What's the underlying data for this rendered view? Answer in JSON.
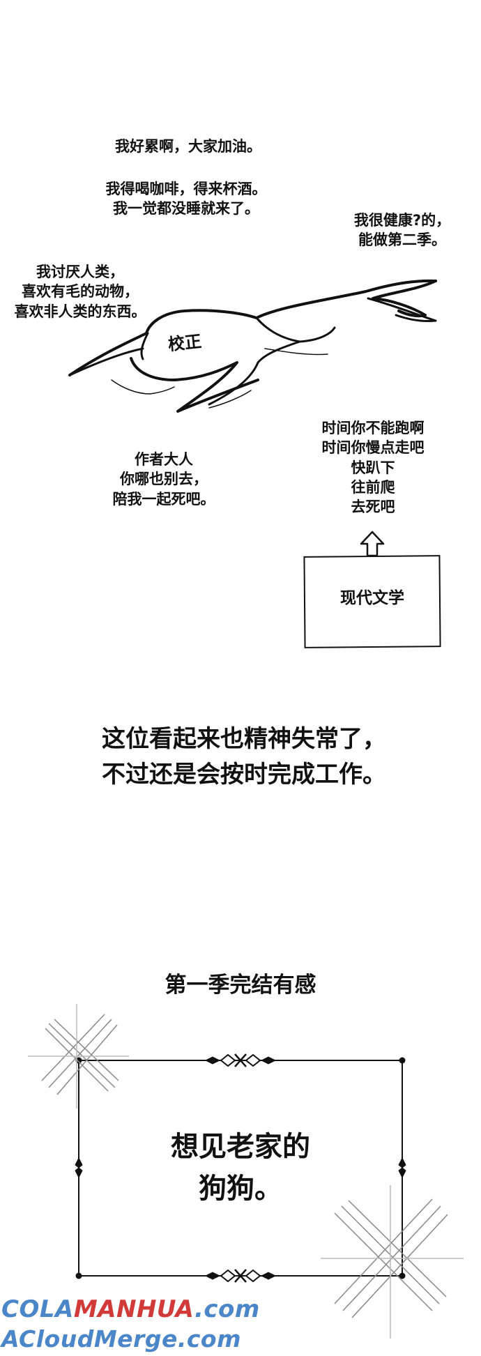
{
  "texts": {
    "tired": "我好累啊，大家加油。",
    "coffee": "我得喝咖啡，得来杯酒。\n我一觉都没睡就来了。",
    "healthy": "我很健康?的，\n能做第二季。",
    "hate": "我讨厌人类，\n喜欢有毛的动物，\n喜欢非人类的东西。",
    "proofreading": "校正",
    "author": "作者大人\n你哪也别去，\n陪我一起死吧。",
    "time": "时间你不能跑啊\n时间你慢点走吧\n快趴下\n往前爬\n去死吧",
    "modern_lit": "现代文学",
    "narration": "这位看起来也精神失常了，\n不过还是会按时完成工作。",
    "section_title": "第一季完结有感",
    "frame_text": "想见老家的\n狗狗。"
  },
  "watermark": {
    "line1_a": "COLA",
    "line1_b": "MANHUA",
    "line1_c": ".com",
    "line2": "ACloudMerge.com",
    "color_blue": "#4a86c8",
    "color_red": "#d23a3a"
  }
}
